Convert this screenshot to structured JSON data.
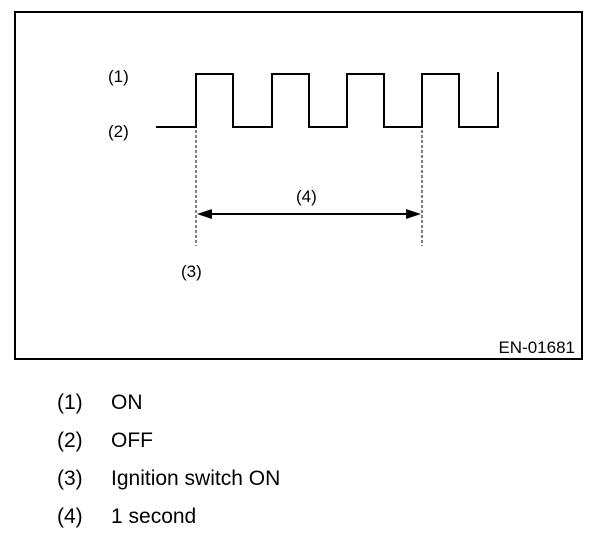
{
  "diagram": {
    "callouts": {
      "on_level": "(1)",
      "off_level": "(2)",
      "ignition_mark": "(3)",
      "period": "(4)"
    },
    "figure_code": "EN-01681"
  },
  "legend": [
    {
      "number": "(1)",
      "text": "ON"
    },
    {
      "number": "(2)",
      "text": "OFF"
    },
    {
      "number": "(3)",
      "text": "Ignition switch ON"
    },
    {
      "number": "(4)",
      "text": "1 second"
    }
  ]
}
